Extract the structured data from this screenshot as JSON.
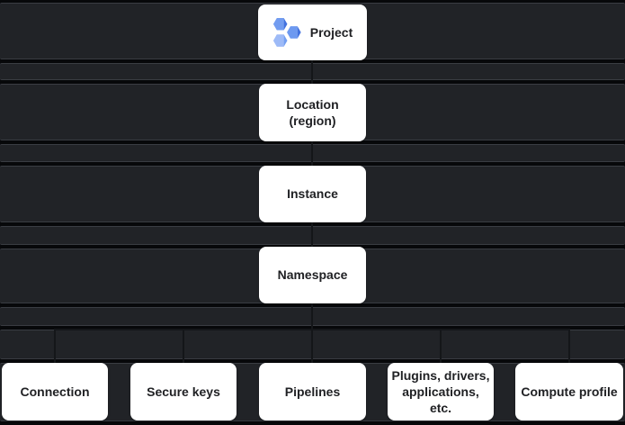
{
  "diagram": {
    "name": "resource-hierarchy-diagram",
    "nodes": {
      "project": {
        "label": "Project",
        "icon": "project-hexagons-icon"
      },
      "location": {
        "label": "Location (region)"
      },
      "instance": {
        "label": "Instance"
      },
      "namespace": {
        "label": "Namespace"
      },
      "connection": {
        "label": "Connection"
      },
      "secure_keys": {
        "label": "Secure keys"
      },
      "pipelines": {
        "label": "Pipelines"
      },
      "plugins": {
        "label": "Plugins, drivers, applications, etc."
      },
      "compute_profile": {
        "label": "Compute profile"
      }
    },
    "structure": {
      "chain": [
        "project",
        "location",
        "instance",
        "namespace"
      ],
      "namespace_children": [
        "connection",
        "secure_keys",
        "pipelines",
        "plugins",
        "compute_profile"
      ]
    },
    "colors": {
      "page_background": "#07080a",
      "band_background": "#212327",
      "band_edge": "#393c42",
      "node_background": "#ffffff",
      "node_text": "#202124",
      "connector": "#141619",
      "hexagon_blue_light": "#729cf0",
      "hexagon_blue_dark": "#4372de",
      "hexagon_pale_light": "#9dbaf7",
      "hexagon_pale_dark": "#739ff2"
    }
  }
}
